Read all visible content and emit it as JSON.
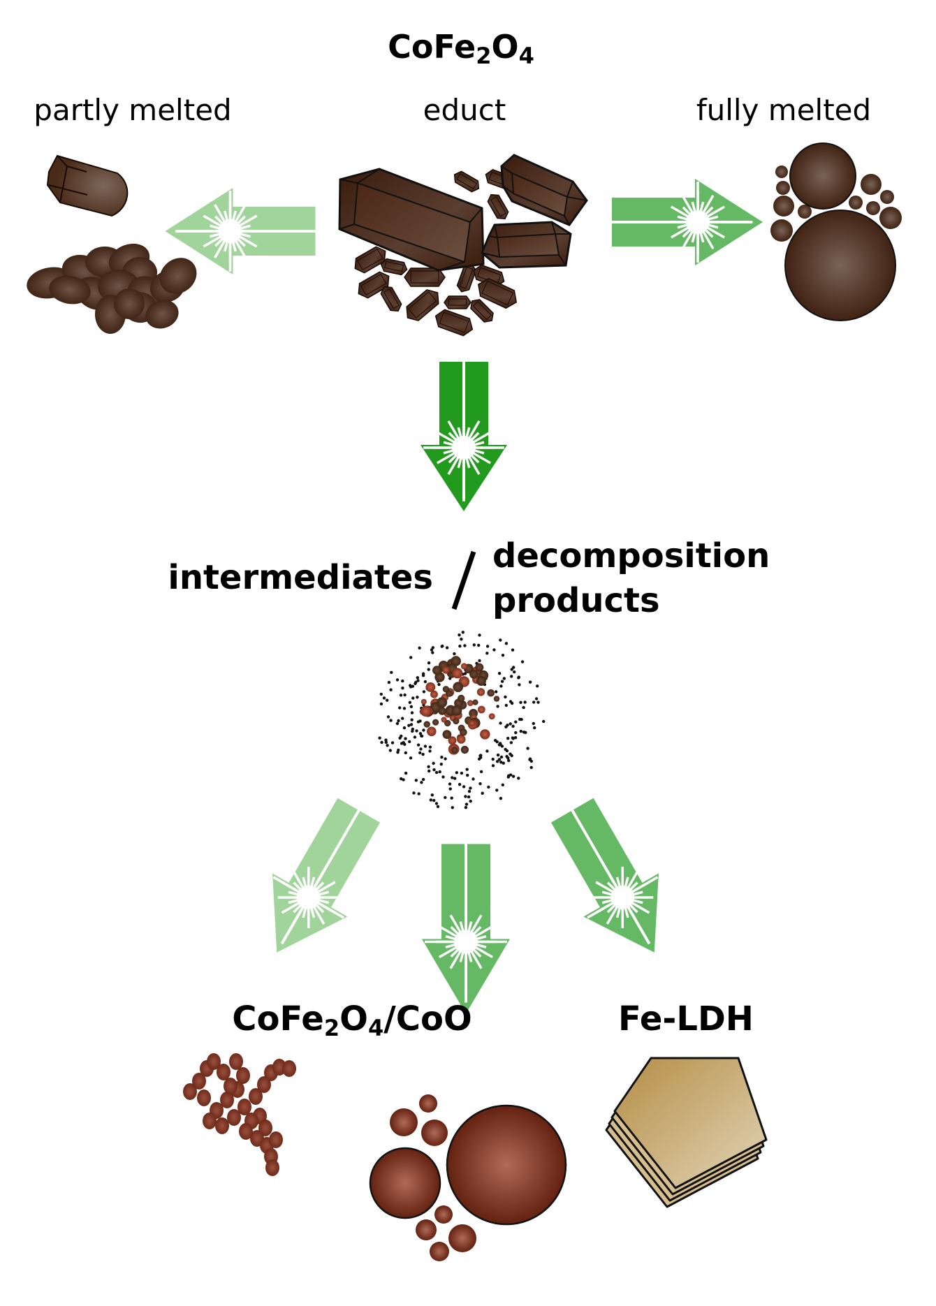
{
  "diagram": {
    "title": {
      "main": "CoFe",
      "sub1": "2",
      "mid": "O",
      "sub2": "4"
    },
    "top_labels": {
      "left": "partly melted",
      "center": "educt",
      "right": "fully melted"
    },
    "middle_label": {
      "left": "intermediates",
      "separator": "/",
      "right_line1": "decomposition",
      "right_line2": "products"
    },
    "product_labels": {
      "left": {
        "a": "CoFe",
        "sub1": "2",
        "b": "O",
        "sub2": "4",
        "c": "/CoO"
      },
      "right": "Fe-LDH"
    },
    "icons": [
      "laser-arrow-icon",
      "crystal-icon",
      "sphere-icon",
      "nanoparticle-cloud-icon",
      "layered-plate-icon"
    ],
    "colors": {
      "arrow_light": "#a0d49a",
      "arrow_medium": "#66b964",
      "arrow_dark": "#229a1e",
      "crystal_dark": "#3b1f10",
      "crystal_light": "#6e5446",
      "product_red": "#7a2a16",
      "ldh_gold": "#bb9550",
      "ldh_light": "#ddcfae"
    }
  }
}
